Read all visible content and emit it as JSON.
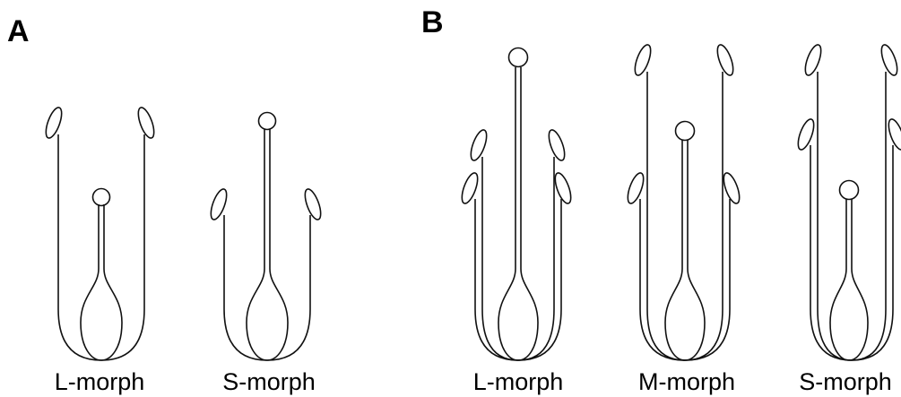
{
  "panels": [
    {
      "letter": "A",
      "morphs": [
        {
          "label": "L-morph"
        },
        {
          "label": "S-morph"
        }
      ]
    },
    {
      "letter": "B",
      "morphs": [
        {
          "label": "L-morph"
        },
        {
          "label": "M-morph"
        },
        {
          "label": "S-morph"
        }
      ]
    }
  ],
  "colors": {
    "stroke": "#111111",
    "background": "#ffffff"
  }
}
